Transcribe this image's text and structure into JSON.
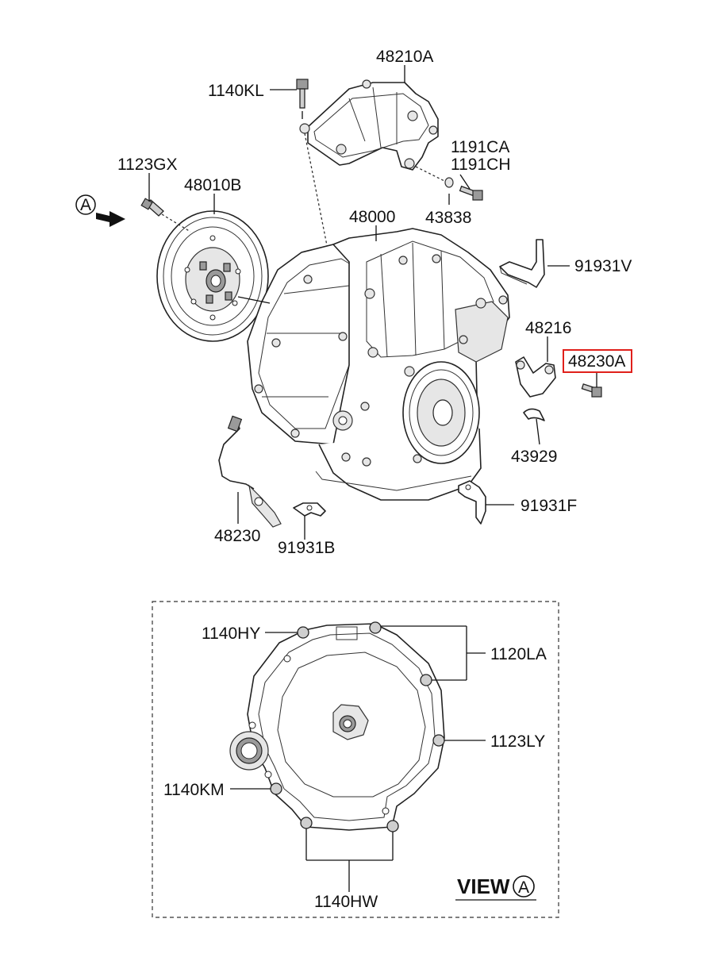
{
  "parts": {
    "p48210A": "48210A",
    "p1140KL": "1140KL",
    "p1123GX": "1123GX",
    "p48010B": "48010B",
    "p1191CA": "1191CA",
    "p1191CH": "1191CH",
    "p43838": "43838",
    "p48000": "48000",
    "p91931V": "91931V",
    "p48216": "48216",
    "p48230A": "48230A",
    "p43929": "43929",
    "p91931F": "91931F",
    "p48230": "48230",
    "p91931B": "91931B"
  },
  "view_ref": {
    "letter": "A"
  },
  "view_a": {
    "p1140HY": "1140HY",
    "p1120LA": "1120LA",
    "p1123LY": "1123LY",
    "p1140KM": "1140KM",
    "p1140HW": "1140HW",
    "view_label": "VIEW",
    "view_letter": "A"
  },
  "highlight": {
    "part": "48230A",
    "color": "#e0201b"
  }
}
